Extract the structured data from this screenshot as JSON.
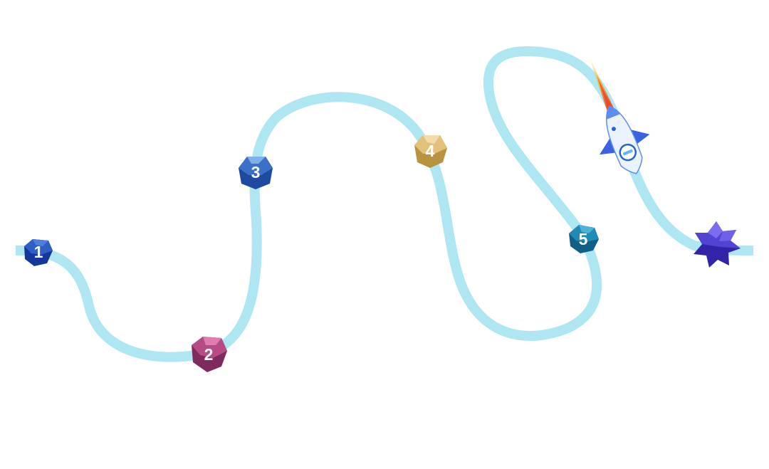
{
  "steps": [
    {
      "label": "1",
      "color_light": "#4f7fdc",
      "color_mid": "#2f5fc4",
      "color_dark": "#14389a"
    },
    {
      "label": "2",
      "color_light": "#e07cb0",
      "color_mid": "#b54c86",
      "color_dark": "#7d2a5c"
    },
    {
      "label": "3",
      "color_light": "#7fb0e8",
      "color_mid": "#3a70c8",
      "color_dark": "#1f4aa0"
    },
    {
      "label": "4",
      "color_light": "#f2dcaa",
      "color_mid": "#e2c17a",
      "color_dark": "#b99440"
    },
    {
      "label": "5",
      "color_light": "#4fb0d8",
      "color_mid": "#1f8ab8",
      "color_dark": "#0f5f86"
    }
  ],
  "goal": {
    "icon": "crystal-star-icon",
    "color_light": "#7a6df0",
    "color_mid": "#5144d4",
    "color_dark": "#3224a8"
  },
  "rocket": {
    "icon": "rocket-icon",
    "body_color": "#eaf3ff",
    "fin_color": "#3a63e0",
    "flame_color": "#f4a62a"
  },
  "path": {
    "color": "#aee6f2",
    "shadow_color": "#3b5f6b"
  }
}
